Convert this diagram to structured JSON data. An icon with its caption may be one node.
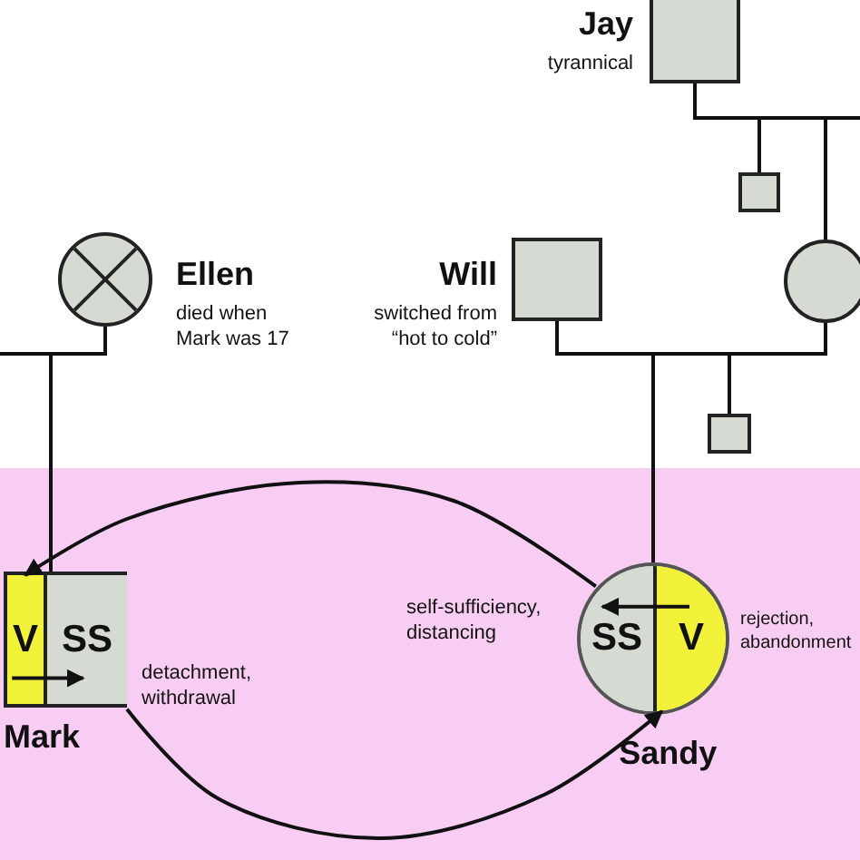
{
  "diagram": {
    "nodes": [
      {
        "text": [
          "Jay",
          "tyrannical"
        ]
      },
      {
        "text": [],
        "shape": "box"
      },
      {
        "text": [],
        "shape": "circle"
      },
      {
        "text": [
          "Ellen",
          "died when Mark was 17"
        ]
      },
      {
        "text": [
          "Will",
          "switched from “hot to cold”"
        ]
      },
      {
        "text": [],
        "shape": "box"
      },
      {
        "text": [
          "Mark"
        ]
      },
      {
        "text": [
          "V"
        ],
        "in": 6
      },
      {
        "text": [
          "SS"
        ],
        "in": 6,
        "beside": [
          "detachment, withdrawal"
        ]
      },
      {
        "text": [
          "Sandy"
        ]
      },
      {
        "text": [
          "SS"
        ],
        "in": 9,
        "beside": [
          "self-sufficiency, distancing"
        ]
      },
      {
        "text": [
          "V"
        ],
        "in": 9,
        "beside": [
          "rejection, abandonment"
        ]
      }
    ],
    "edges": [
      {
        "from": 0,
        "to": 1,
        "arrow": "none"
      },
      {
        "from": 0,
        "to": 2,
        "arrow": "none"
      },
      {
        "from": null,
        "to": 2,
        "arrow": "none"
      },
      {
        "from": 4,
        "to": 9,
        "arrow": "none"
      },
      {
        "from": 2,
        "to": 9,
        "arrow": "none"
      },
      {
        "from": 4,
        "to": 5,
        "arrow": "none"
      },
      {
        "from": 2,
        "to": 5,
        "arrow": "none"
      },
      {
        "from": 3,
        "to": 6,
        "arrow": "none"
      },
      {
        "from": null,
        "to": 6,
        "arrow": "none"
      },
      {
        "from": 10,
        "to": 7,
        "arrow": "to"
      },
      {
        "from": 7,
        "to": 8,
        "arrow": "to"
      },
      {
        "from": 11,
        "to": 10,
        "arrow": "to"
      },
      {
        "from": 8,
        "to": 11,
        "arrow": "to"
      }
    ]
  }
}
